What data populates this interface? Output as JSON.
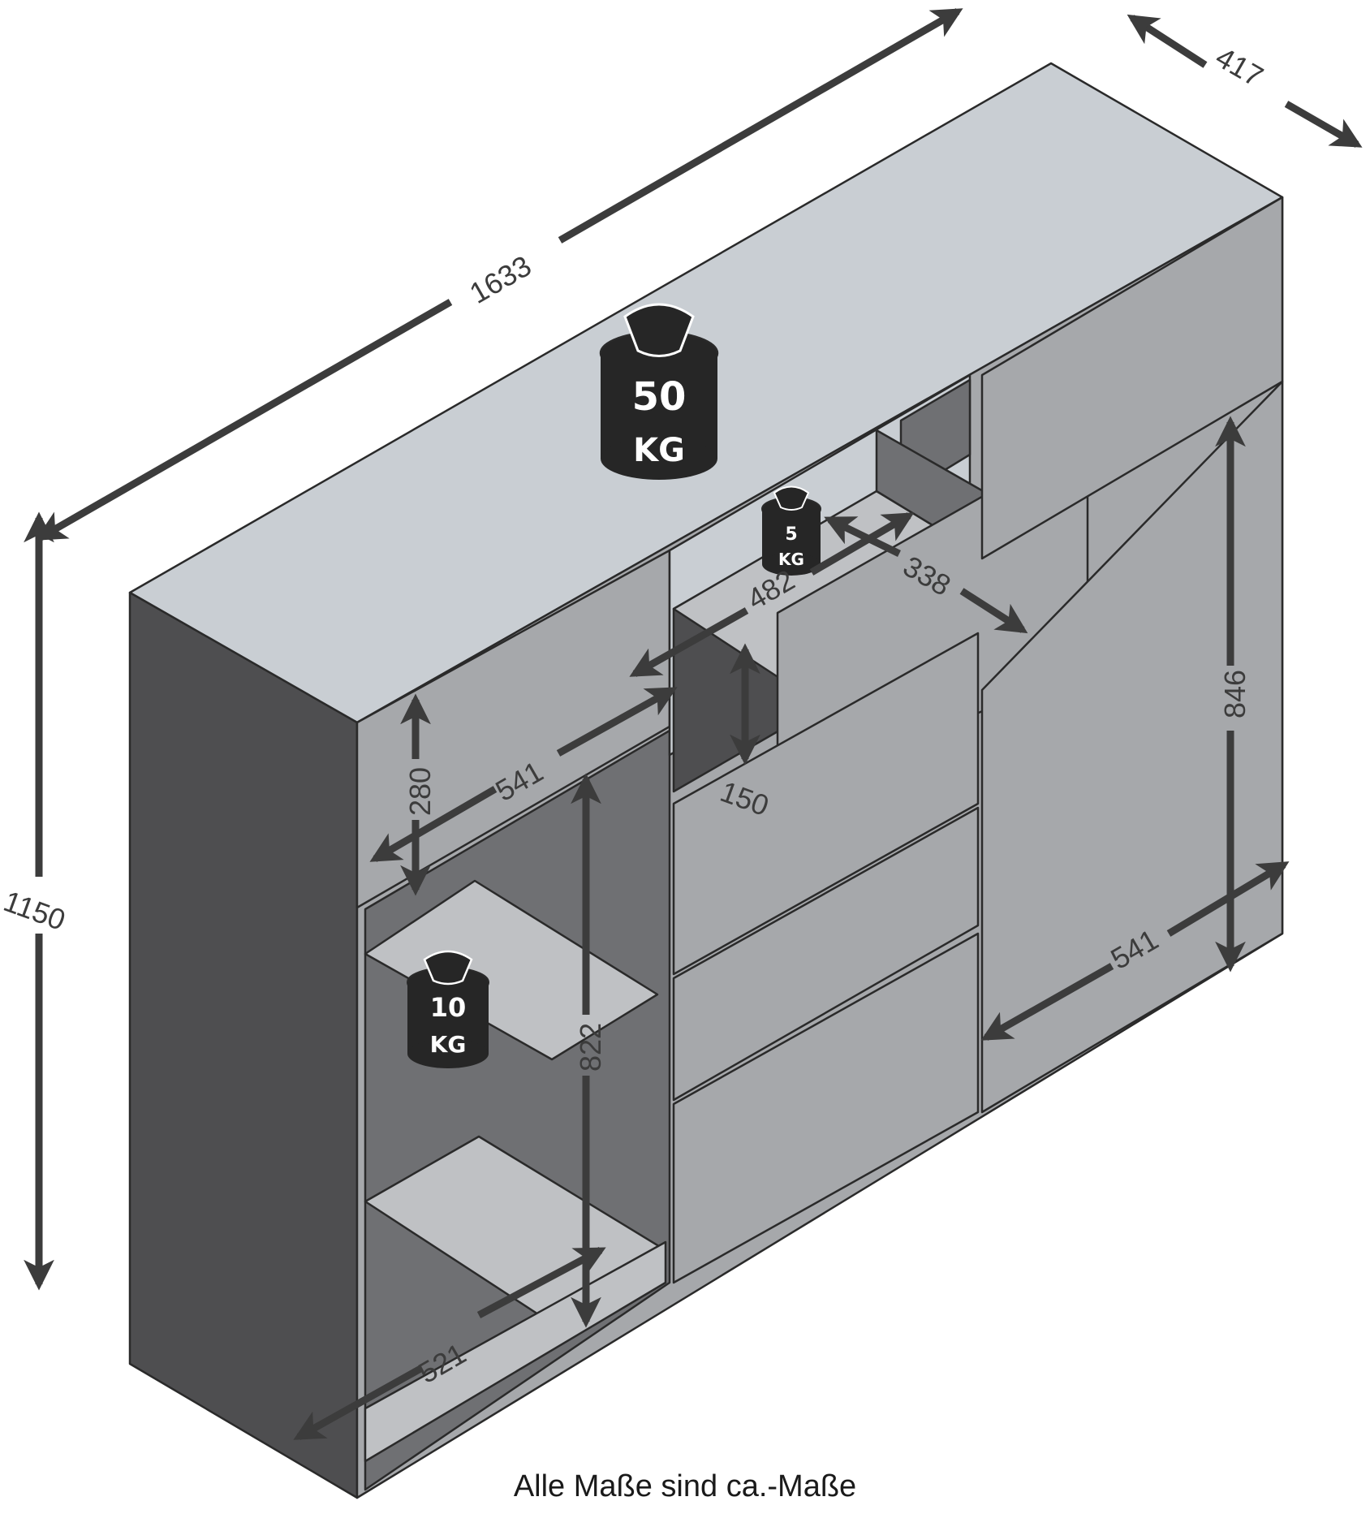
{
  "dimensions": {
    "width": "1633",
    "depth": "417",
    "height": "1150",
    "drawer_top_width": "541",
    "drawer_top_height": "280",
    "drawer_inner_width": "482",
    "drawer_inner_depth": "338",
    "drawer_inner_height": "150",
    "open_compartment_height": "822",
    "open_compartment_width": "521",
    "right_door_width": "541",
    "right_door_height": "846"
  },
  "weights": {
    "top": {
      "value": "50",
      "unit": "KG"
    },
    "drawer": {
      "value": "5",
      "unit": "KG"
    },
    "shelf": {
      "value": "10",
      "unit": "KG"
    }
  },
  "caption": "Alle Maße sind ca.-Maße",
  "colors": {
    "top_surface": "#c9ced3",
    "front_panel": "#a6a8ab",
    "side_panel": "#4e4e50",
    "interior_dark": "#6f7073",
    "shelf": "#bfc1c4",
    "line": "#2a2a2a",
    "arrow": "#3c3c3c",
    "weight": "#262626"
  }
}
